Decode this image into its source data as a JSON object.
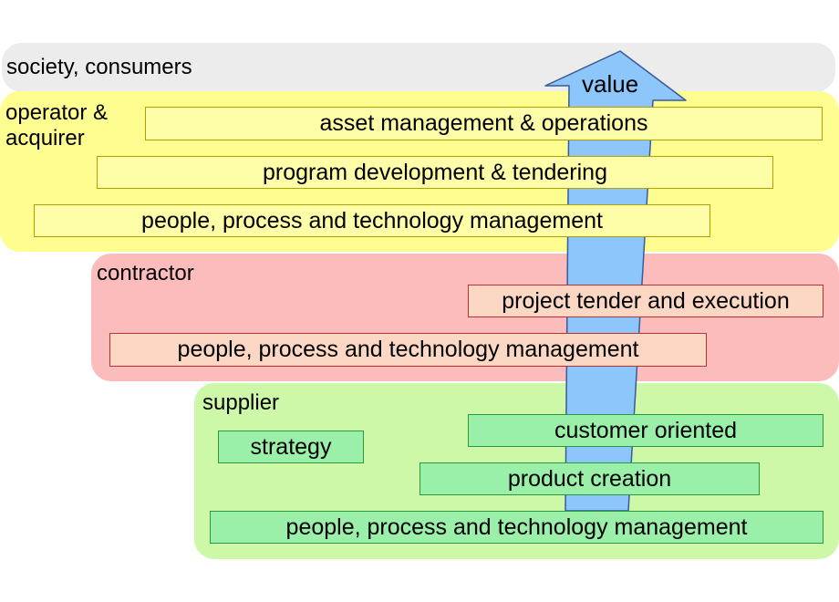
{
  "colors": {
    "society": "#ececec",
    "operator": "#fdfd90",
    "contractor": "#fdbcbc",
    "supplier": "#ccf8a8",
    "arrow_fill": "#8cc6fa",
    "arrow_stroke": "#3a5a9a"
  },
  "society": {
    "label": "society, consumers"
  },
  "operator": {
    "label": "operator &\nacquirer",
    "boxes": [
      "asset management & operations",
      "program development & tendering",
      "people, process and technology management"
    ]
  },
  "contractor": {
    "label": "contractor",
    "boxes": [
      "project tender and execution",
      "people, process and technology management"
    ]
  },
  "supplier": {
    "label": "supplier",
    "boxes": [
      "customer oriented",
      "strategy",
      "product creation",
      "people, process and technology management"
    ]
  },
  "arrow": {
    "label": "value",
    "icon": "up-arrow-icon"
  }
}
